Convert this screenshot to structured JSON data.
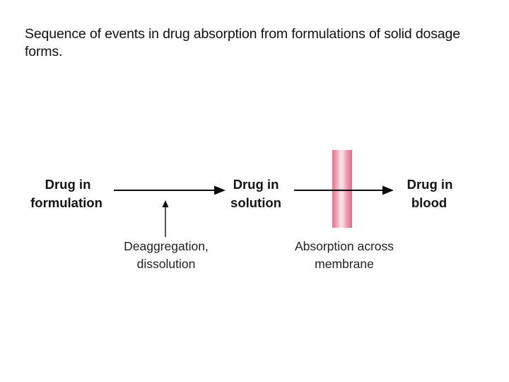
{
  "slide": {
    "background_color": "#ffffff",
    "title": "Sequence of events in drug absorption from formulations of solid dosage forms."
  },
  "diagram": {
    "type": "process-flow",
    "nodes": [
      {
        "id": "drug-in-formulation",
        "line1": "Drug in",
        "line2": "formulation"
      },
      {
        "id": "drug-in-solution",
        "line1": "Drug in",
        "line2": "solution"
      },
      {
        "id": "drug-in-blood",
        "line1": "Drug in",
        "line2": "blood"
      }
    ],
    "captions": [
      {
        "id": "deaggregation-dissolution",
        "line1": "Deaggregation,",
        "line2": "dissolution"
      },
      {
        "id": "absorption-across-membrane",
        "line1": "Absorption across",
        "line2": "membrane"
      }
    ],
    "arrows": [
      {
        "id": "formulation-to-solution",
        "direction": "right"
      },
      {
        "id": "solution-to-blood",
        "direction": "right"
      },
      {
        "id": "dissolution-up",
        "direction": "up"
      }
    ],
    "membrane": {
      "id": "membrane-bar",
      "shape": "vertical-bar",
      "edge_color": "#df7590",
      "mid_color": "#fbe6ec",
      "core_color": "#ef93a9"
    },
    "colors": {
      "text": "#141414",
      "arrow": "#0d0d0d",
      "membrane_pink": "#e5809a"
    }
  }
}
